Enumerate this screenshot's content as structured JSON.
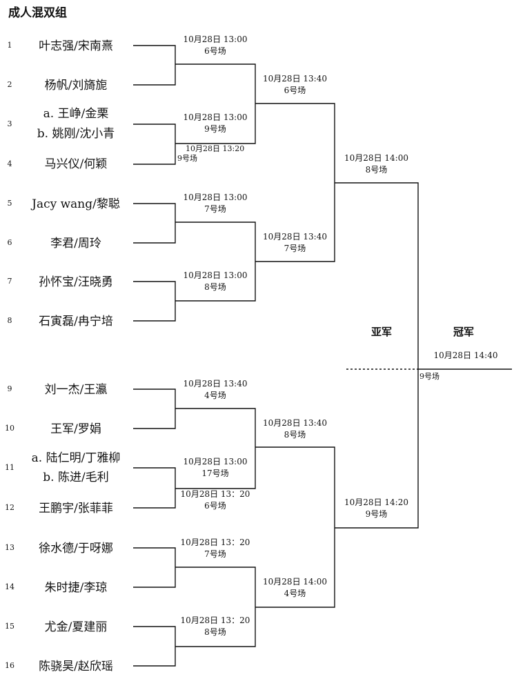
{
  "title": "成人混双组",
  "seeds": [
    "1",
    "2",
    "3",
    "4",
    "5",
    "6",
    "7",
    "8",
    "9",
    "10",
    "11",
    "12",
    "13",
    "14",
    "15",
    "16"
  ],
  "players": {
    "p1": "叶志强/宋南熹",
    "p2": "杨帆/刘旖旎",
    "p3a": "a. 王峥/金栗",
    "p3b": "b. 姚刚/沈小青",
    "p4": "马兴仪/何颖",
    "p5": "Jacy wang/黎聪",
    "p6": "李君/周玲",
    "p7": "孙怀宝/汪晓勇",
    "p8": "石寅磊/冉宁培",
    "p9": "刘一杰/王瀛",
    "p10": "王军/罗娟",
    "p11a": "a. 陆仁明/丁雅柳",
    "p11b": "b. 陈进/毛利",
    "p12": "王鹏宇/张菲菲",
    "p13": "徐水德/于呀娜",
    "p14": "朱时捷/李琼",
    "p15": "尤金/夏建丽",
    "p16": "陈骁昊/赵欣瑶"
  },
  "matches": {
    "r1_1": {
      "time": "10月28日  13:00",
      "court": "6号场"
    },
    "r1_2": {
      "time": "10月28日  13:00",
      "court": "9号场"
    },
    "r1_2_pre": {
      "time": "10月28日  13:20",
      "court": "9号场"
    },
    "r1_3": {
      "time": "10月28日  13:00",
      "court": "7号场"
    },
    "r1_4": {
      "time": "10月28日  13:00",
      "court": "8号场"
    },
    "r1_5": {
      "time": "10月28日  13:40",
      "court": "4号场"
    },
    "r1_6": {
      "time": "10月28日  13:00",
      "court": "17号场"
    },
    "r1_6_pre": {
      "time": "10月28日  13：20",
      "court": "6号场"
    },
    "r1_7": {
      "time": "10月28日  13：20",
      "court": "7号场"
    },
    "r1_8": {
      "time": "10月28日  13：20",
      "court": "8号场"
    },
    "r2_1": {
      "time": "10月28日  13:40",
      "court": "6号场"
    },
    "r2_2": {
      "time": "10月28日  13:40",
      "court": "7号场"
    },
    "r2_3": {
      "time": "10月28日  13:40",
      "court": "8号场"
    },
    "r2_4": {
      "time": "10月28日  14:00",
      "court": "4号场"
    },
    "sf_1": {
      "time": "10月28日  14:00",
      "court": "8号场"
    },
    "sf_2": {
      "time": "10月28日  14:20",
      "court": "9号场"
    },
    "final": {
      "time": "10月28日  14:40",
      "court": "9号场"
    }
  },
  "runner_up": "亚军",
  "champion": "冠军",
  "colors": {
    "line": "#111111",
    "text": "#111111"
  }
}
